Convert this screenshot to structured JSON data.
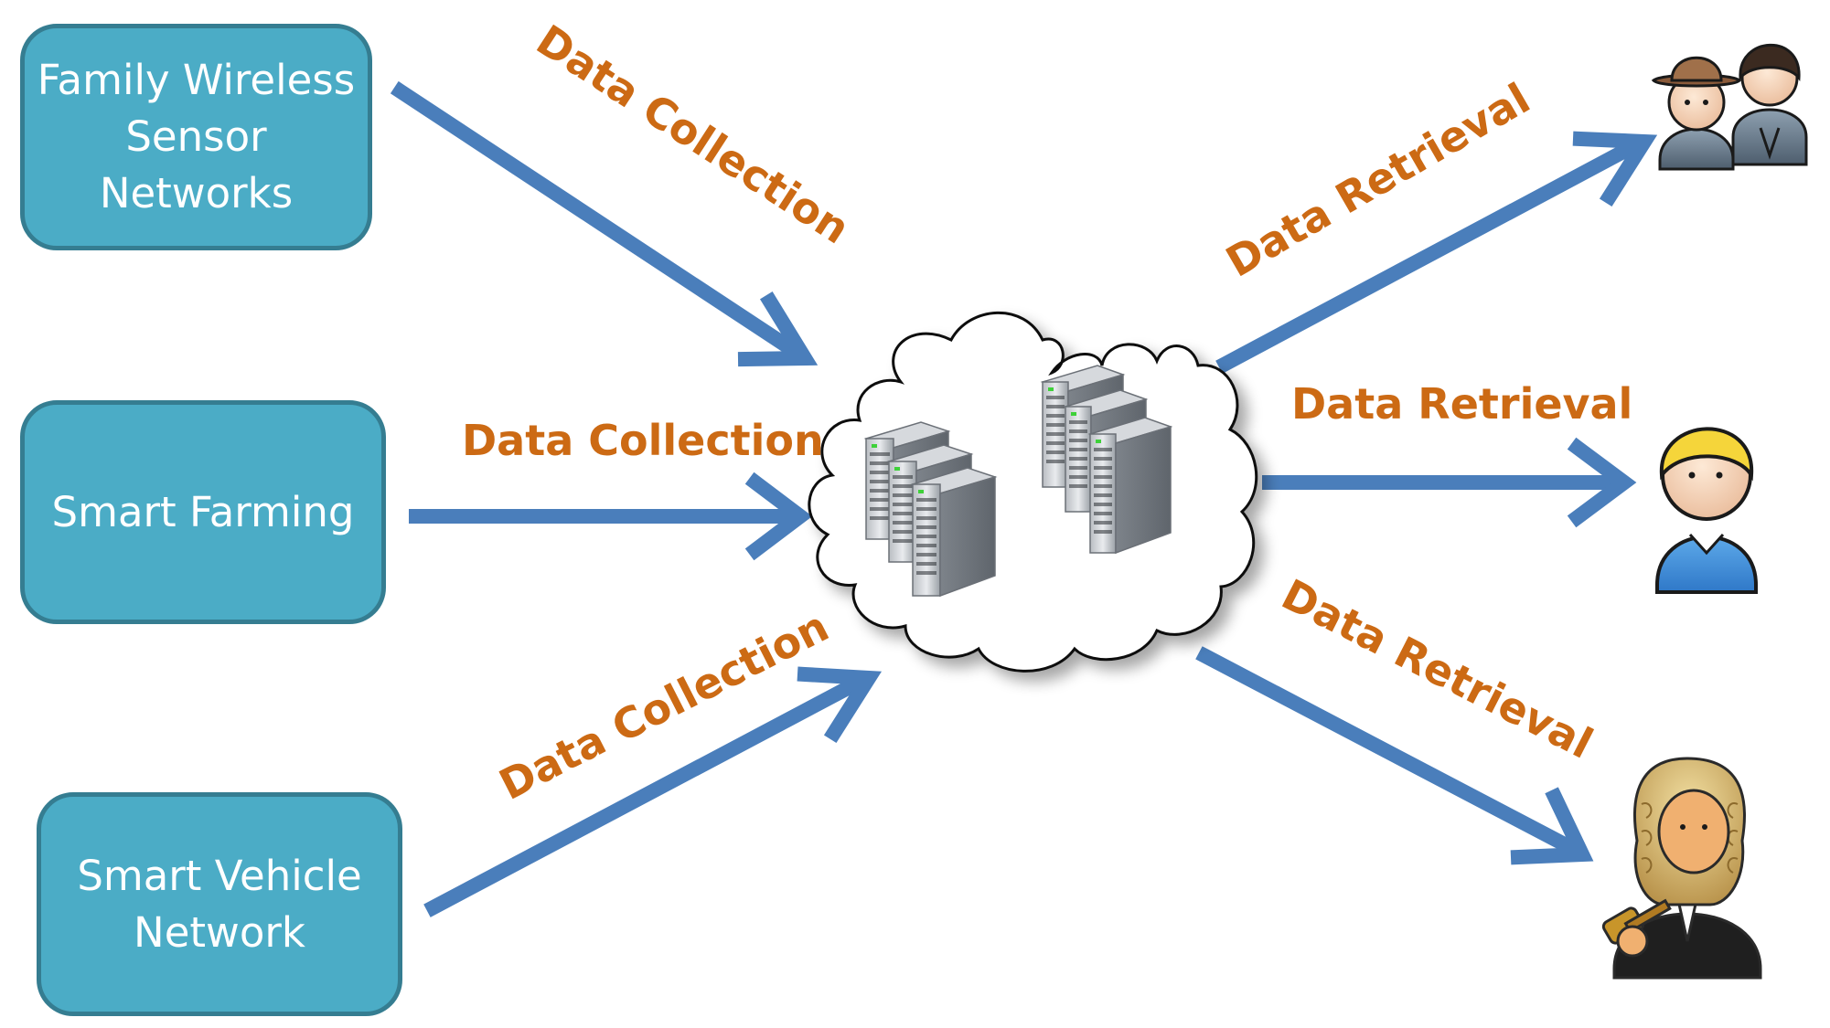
{
  "nodes": {
    "family_wireless": [
      "Family Wireless",
      "Sensor",
      "Networks"
    ],
    "smart_farming": [
      "Smart Farming"
    ],
    "smart_vehicle": [
      "Smart Vehicle",
      "Network"
    ]
  },
  "edge_labels": {
    "collection_1": "Data Collection",
    "collection_2": "Data Collection",
    "collection_3": "Data Collection",
    "retrieval_1": "Data Retrieval",
    "retrieval_2": "Data Retrieval",
    "retrieval_3": "Data Retrieval"
  },
  "colors": {
    "box_fill": "#4bacc6",
    "box_border": "#357d91",
    "arrow": "#4a7ebb",
    "label": "#cc6a14"
  },
  "icons": [
    "cloud-icon",
    "server-rack-icon",
    "users-group-icon",
    "user-icon",
    "judge-icon"
  ]
}
